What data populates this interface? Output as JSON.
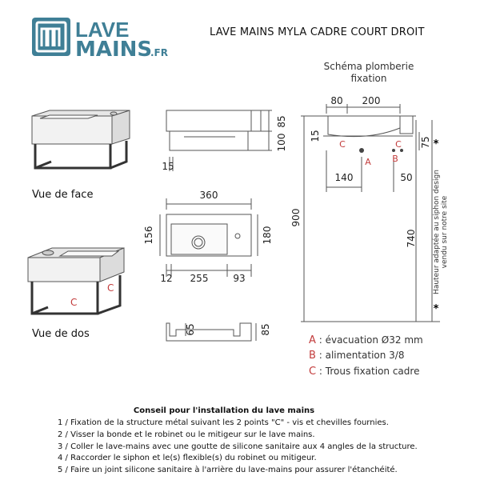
{
  "brand": {
    "logo_line1": "LAVE",
    "logo_line2": "MAINS",
    "logo_suffix": ".FR"
  },
  "title": "LAVE MAINS MYLA CADRE COURT DROIT",
  "schema_title_line1": "Schéma plomberie",
  "schema_title_line2": "fixation",
  "views": {
    "front": "Vue de face",
    "back": "Vue de dos"
  },
  "dimensions": {
    "front_height_outer": "100",
    "front_height_inner": "85",
    "front_leg": "15",
    "width_total": "360",
    "depth_left": "156",
    "depth_right": "180",
    "offset_left": "12",
    "basin_width": "255",
    "deck_width": "93",
    "side_inner": "65",
    "side_outer": "85",
    "schema_80": "80",
    "schema_200": "200",
    "schema_15": "15",
    "schema_75": "75",
    "schema_140": "140",
    "schema_50": "50",
    "schema_900": "900",
    "schema_740": "740"
  },
  "markers": {
    "a": "A",
    "b": "B",
    "c": "C"
  },
  "side_note_line1": "Hauteur adaptée au siphon design",
  "side_note_line2": "vendu sur notre site",
  "asterisk": "*",
  "legend": [
    {
      "key": "A",
      "text": ": évacuation Ø32 mm"
    },
    {
      "key": "B",
      "text": ": alimentation 3/8"
    },
    {
      "key": "C",
      "text": ": Trous fixation cadre"
    }
  ],
  "instructions": {
    "header": "Conseil pour l'installation du lave mains",
    "steps": [
      "1 / Fixation de la structure métal suivant les 2 points \"C\" - vis et chevilles fournies.",
      "2 / Visser la bonde et le robinet ou le mitigeur sur le lave mains.",
      "3 / Coller le lave-mains avec une goutte de silicone sanitaire aux 4 angles de la structure.",
      "4 / Raccorder le siphon et le(s) flexible(s) du robinet ou mitigeur.",
      "5 / Faire un joint silicone sanitaire à l'arrière du lave-mains pour assurer l'étanchéité."
    ]
  },
  "colors": {
    "brand": "#3f7f96",
    "marker": "#c23b3b",
    "line": "#444444"
  }
}
